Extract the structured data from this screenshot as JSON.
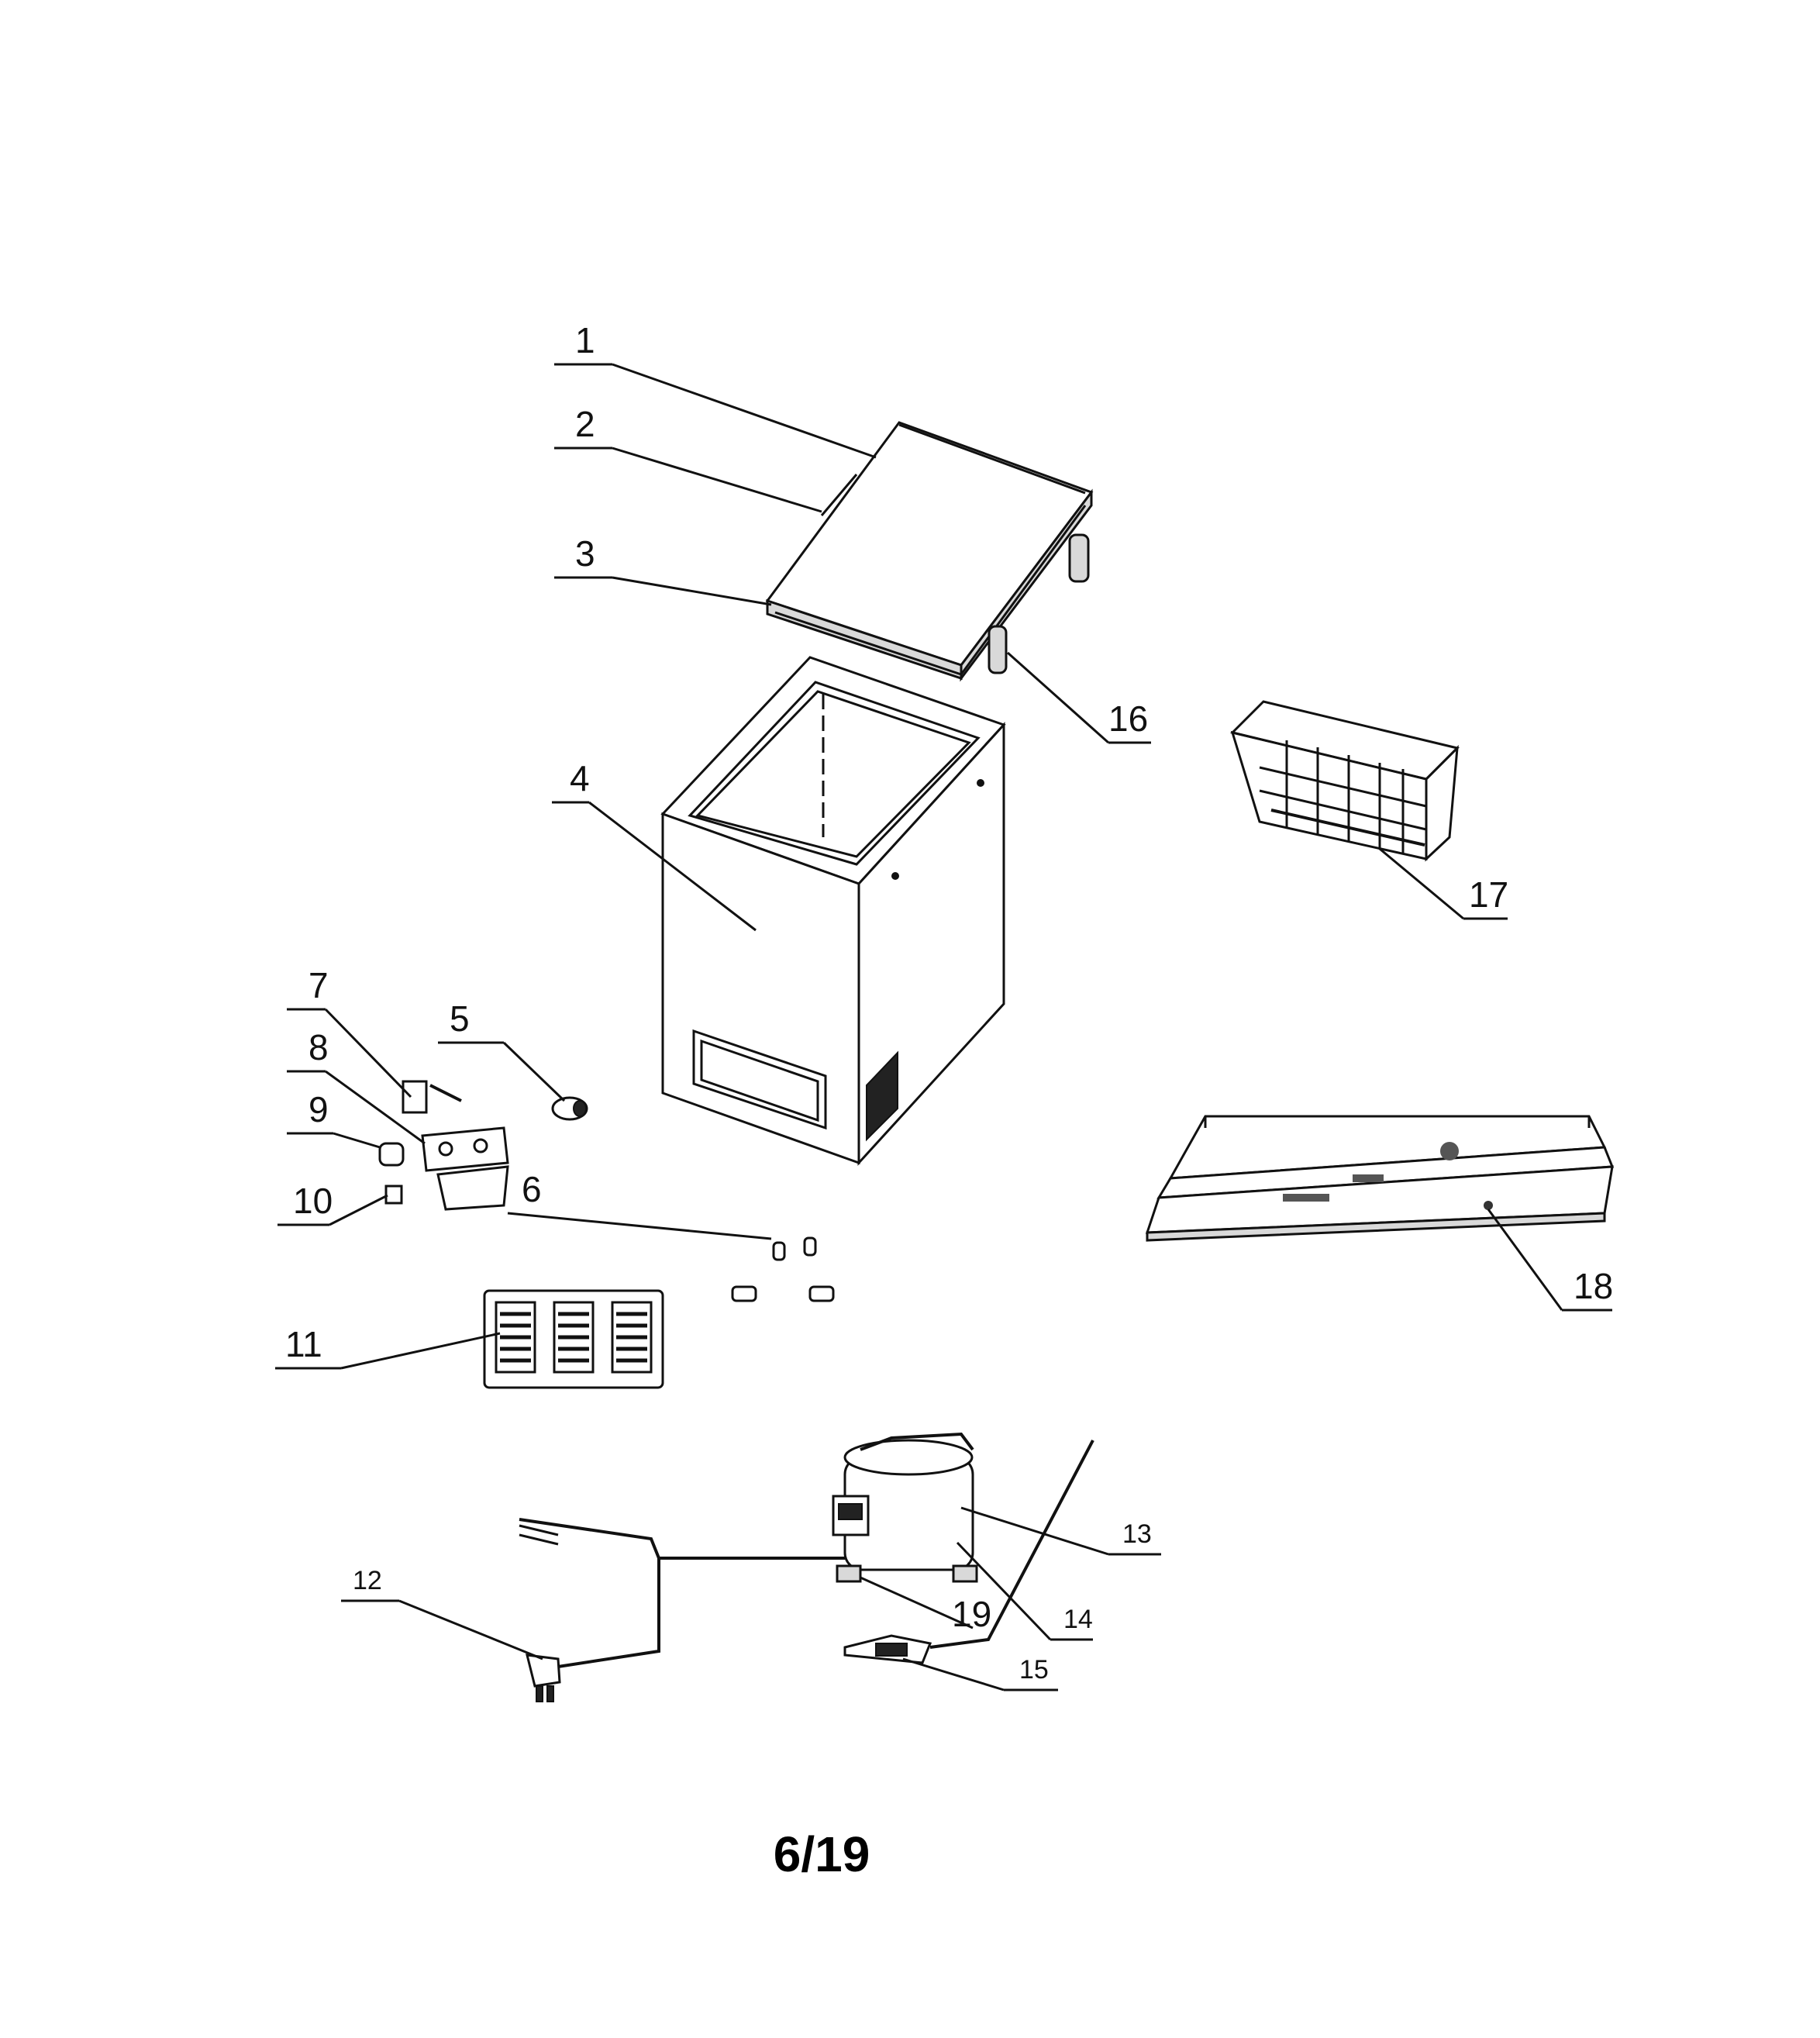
{
  "diagram": {
    "labels": [
      {
        "id": "1",
        "text": "1"
      },
      {
        "id": "2",
        "text": "2"
      },
      {
        "id": "3",
        "text": "3"
      },
      {
        "id": "4",
        "text": "4"
      },
      {
        "id": "5",
        "text": "5"
      },
      {
        "id": "6",
        "text": "6"
      },
      {
        "id": "7",
        "text": "7"
      },
      {
        "id": "8",
        "text": "8"
      },
      {
        "id": "9",
        "text": "9"
      },
      {
        "id": "10",
        "text": "10"
      },
      {
        "id": "11",
        "text": "11"
      },
      {
        "id": "12",
        "text": "12"
      },
      {
        "id": "13",
        "text": "13"
      },
      {
        "id": "14",
        "text": "14"
      },
      {
        "id": "15",
        "text": "15"
      },
      {
        "id": "16",
        "text": "16"
      },
      {
        "id": "17",
        "text": "17"
      },
      {
        "id": "18",
        "text": "18"
      },
      {
        "id": "19",
        "text": "19"
      }
    ]
  },
  "page": {
    "number": "6/19"
  }
}
